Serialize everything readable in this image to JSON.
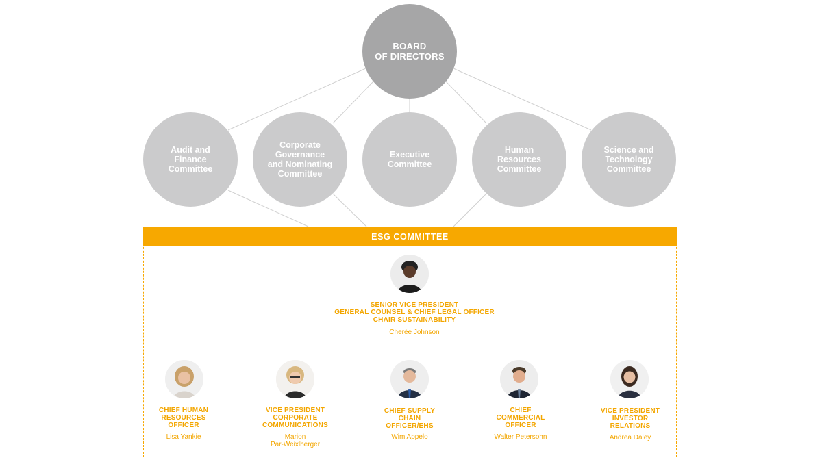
{
  "board": {
    "label": "BOARD\nOF DIRECTORS"
  },
  "committees": [
    {
      "label": "Audit and\nFinance\nCommittee"
    },
    {
      "label": "Corporate\nGovernance\nand Nominating\nCommittee"
    },
    {
      "label": "Executive\nCommittee"
    },
    {
      "label": "Human\nResources\nCommittee"
    },
    {
      "label": "Science and\nTechnology\nCommittee"
    }
  ],
  "esg": {
    "title": "ESG COMMITTEE",
    "chair": {
      "title": "SENIOR VICE PRESIDENT\nGENERAL COUNSEL & CHIEF LEGAL OFFICER\nCHAIR SUSTAINABILITY",
      "name": "Cherée Johnson"
    },
    "members": [
      {
        "title": "CHIEF HUMAN\nRESOURCES\nOFFICER",
        "name": "Lisa Yankie"
      },
      {
        "title": "VICE PRESIDENT\nCORPORATE\nCOMMUNICATIONS",
        "name": "Marion\nPar-Weixlberger"
      },
      {
        "title": "CHIEF SUPPLY\nCHAIN\nOFFICER/EHS",
        "name": "Wim Appelo"
      },
      {
        "title": "CHIEF\nCOMMERCIAL\nOFFICER",
        "name": "Walter Petersohn"
      },
      {
        "title": "VICE PRESIDENT\nINVESTOR\nRELATIONS",
        "name": "Andrea Daley"
      }
    ]
  },
  "colors": {
    "board": "#a6a6a7",
    "committee": "#cbcbcc",
    "accent": "#f7a800",
    "connector": "#c9c9c9"
  }
}
